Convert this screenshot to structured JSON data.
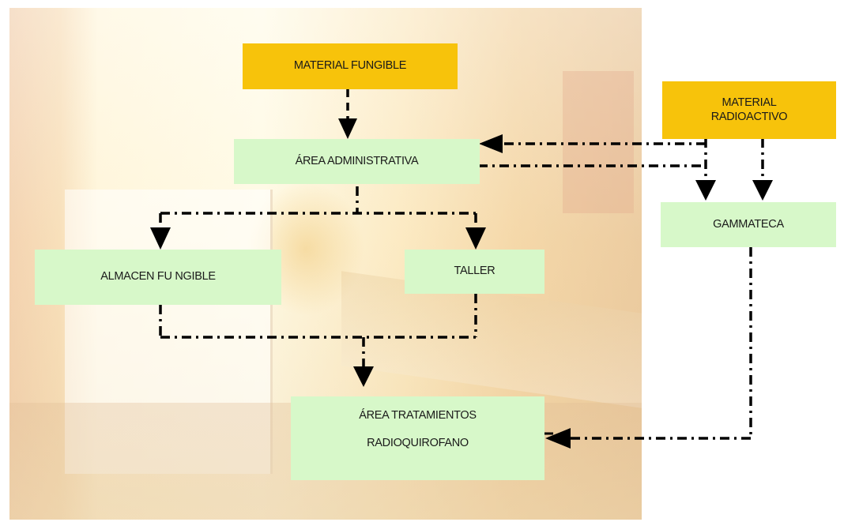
{
  "diagram": {
    "nodes": {
      "material_fungible": "MATERIAL FUNGIBLE",
      "material_radioactivo": "MATERIAL\nRADIOACTIVO",
      "area_administrativa": "ÁREA ADMINISTRATIVA",
      "gammateca": "GAMMATECA",
      "almacen_fungible": "ALMACEN FU NGIBLE",
      "taller": "TALLER",
      "area_tratamientos": "ÁREA TRATAMIENTOS",
      "radioquirofano": "RADIOQUIROFANO"
    },
    "colors": {
      "source_box": "#f7c30b",
      "area_box": "#d7f8c9",
      "arrow": "#000000"
    },
    "line_style": "dash-dot"
  }
}
